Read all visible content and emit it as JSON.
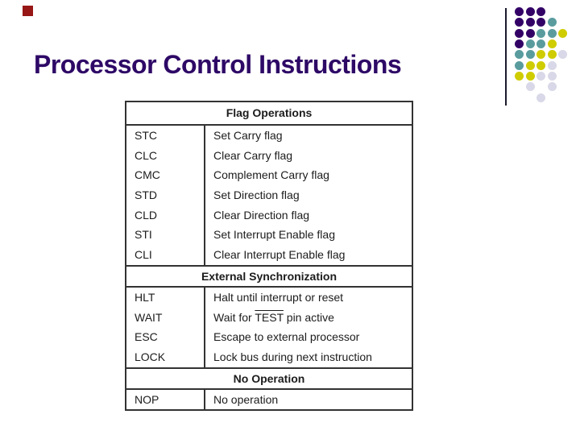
{
  "slide": {
    "title": "Processor Control Instructions",
    "title_color": "#2E0966",
    "background_color": "#FFFFFF"
  },
  "decor": {
    "corner_square_color": "#971616",
    "divider_line_color": "#1A1A2E",
    "dot_colors": {
      "P": "#330066",
      "T": "#5A9C9E",
      "Y": "#CFCC00",
      "L": "#D8D8E8"
    },
    "dot_pattern": [
      "PPP..",
      "PPPT.",
      "PPTTY",
      "PTTY.",
      "TTYYL",
      "TYYL.",
      "YYLL.",
      ".L.L.",
      "..L.."
    ]
  },
  "table": {
    "text_color": "#1C1C1C",
    "border_color": "#333333",
    "sections": [
      {
        "header": "Flag Operations",
        "rows": [
          {
            "mnemonic": "STC",
            "description": "Set Carry flag"
          },
          {
            "mnemonic": "CLC",
            "description": "Clear Carry flag"
          },
          {
            "mnemonic": "CMC",
            "description": "Complement Carry flag"
          },
          {
            "mnemonic": "STD",
            "description": "Set Direction flag"
          },
          {
            "mnemonic": "CLD",
            "description": "Clear Direction flag"
          },
          {
            "mnemonic": "STI",
            "description": "Set Interrupt Enable flag"
          },
          {
            "mnemonic": "CLI",
            "description": "Clear Interrupt Enable flag"
          }
        ]
      },
      {
        "header": "External Synchronization",
        "rows": [
          {
            "mnemonic": "HLT",
            "description": "Halt until interrupt or reset"
          },
          {
            "mnemonic": "WAIT",
            "description_parts": {
              "pre": "Wait for ",
              "overline": "TEST",
              "post": " pin active"
            }
          },
          {
            "mnemonic": "ESC",
            "description": "Escape to external processor"
          },
          {
            "mnemonic": "LOCK",
            "description": "Lock bus during next instruction"
          }
        ]
      },
      {
        "header": "No Operation",
        "rows": [
          {
            "mnemonic": "NOP",
            "description": "No operation"
          }
        ]
      }
    ]
  }
}
